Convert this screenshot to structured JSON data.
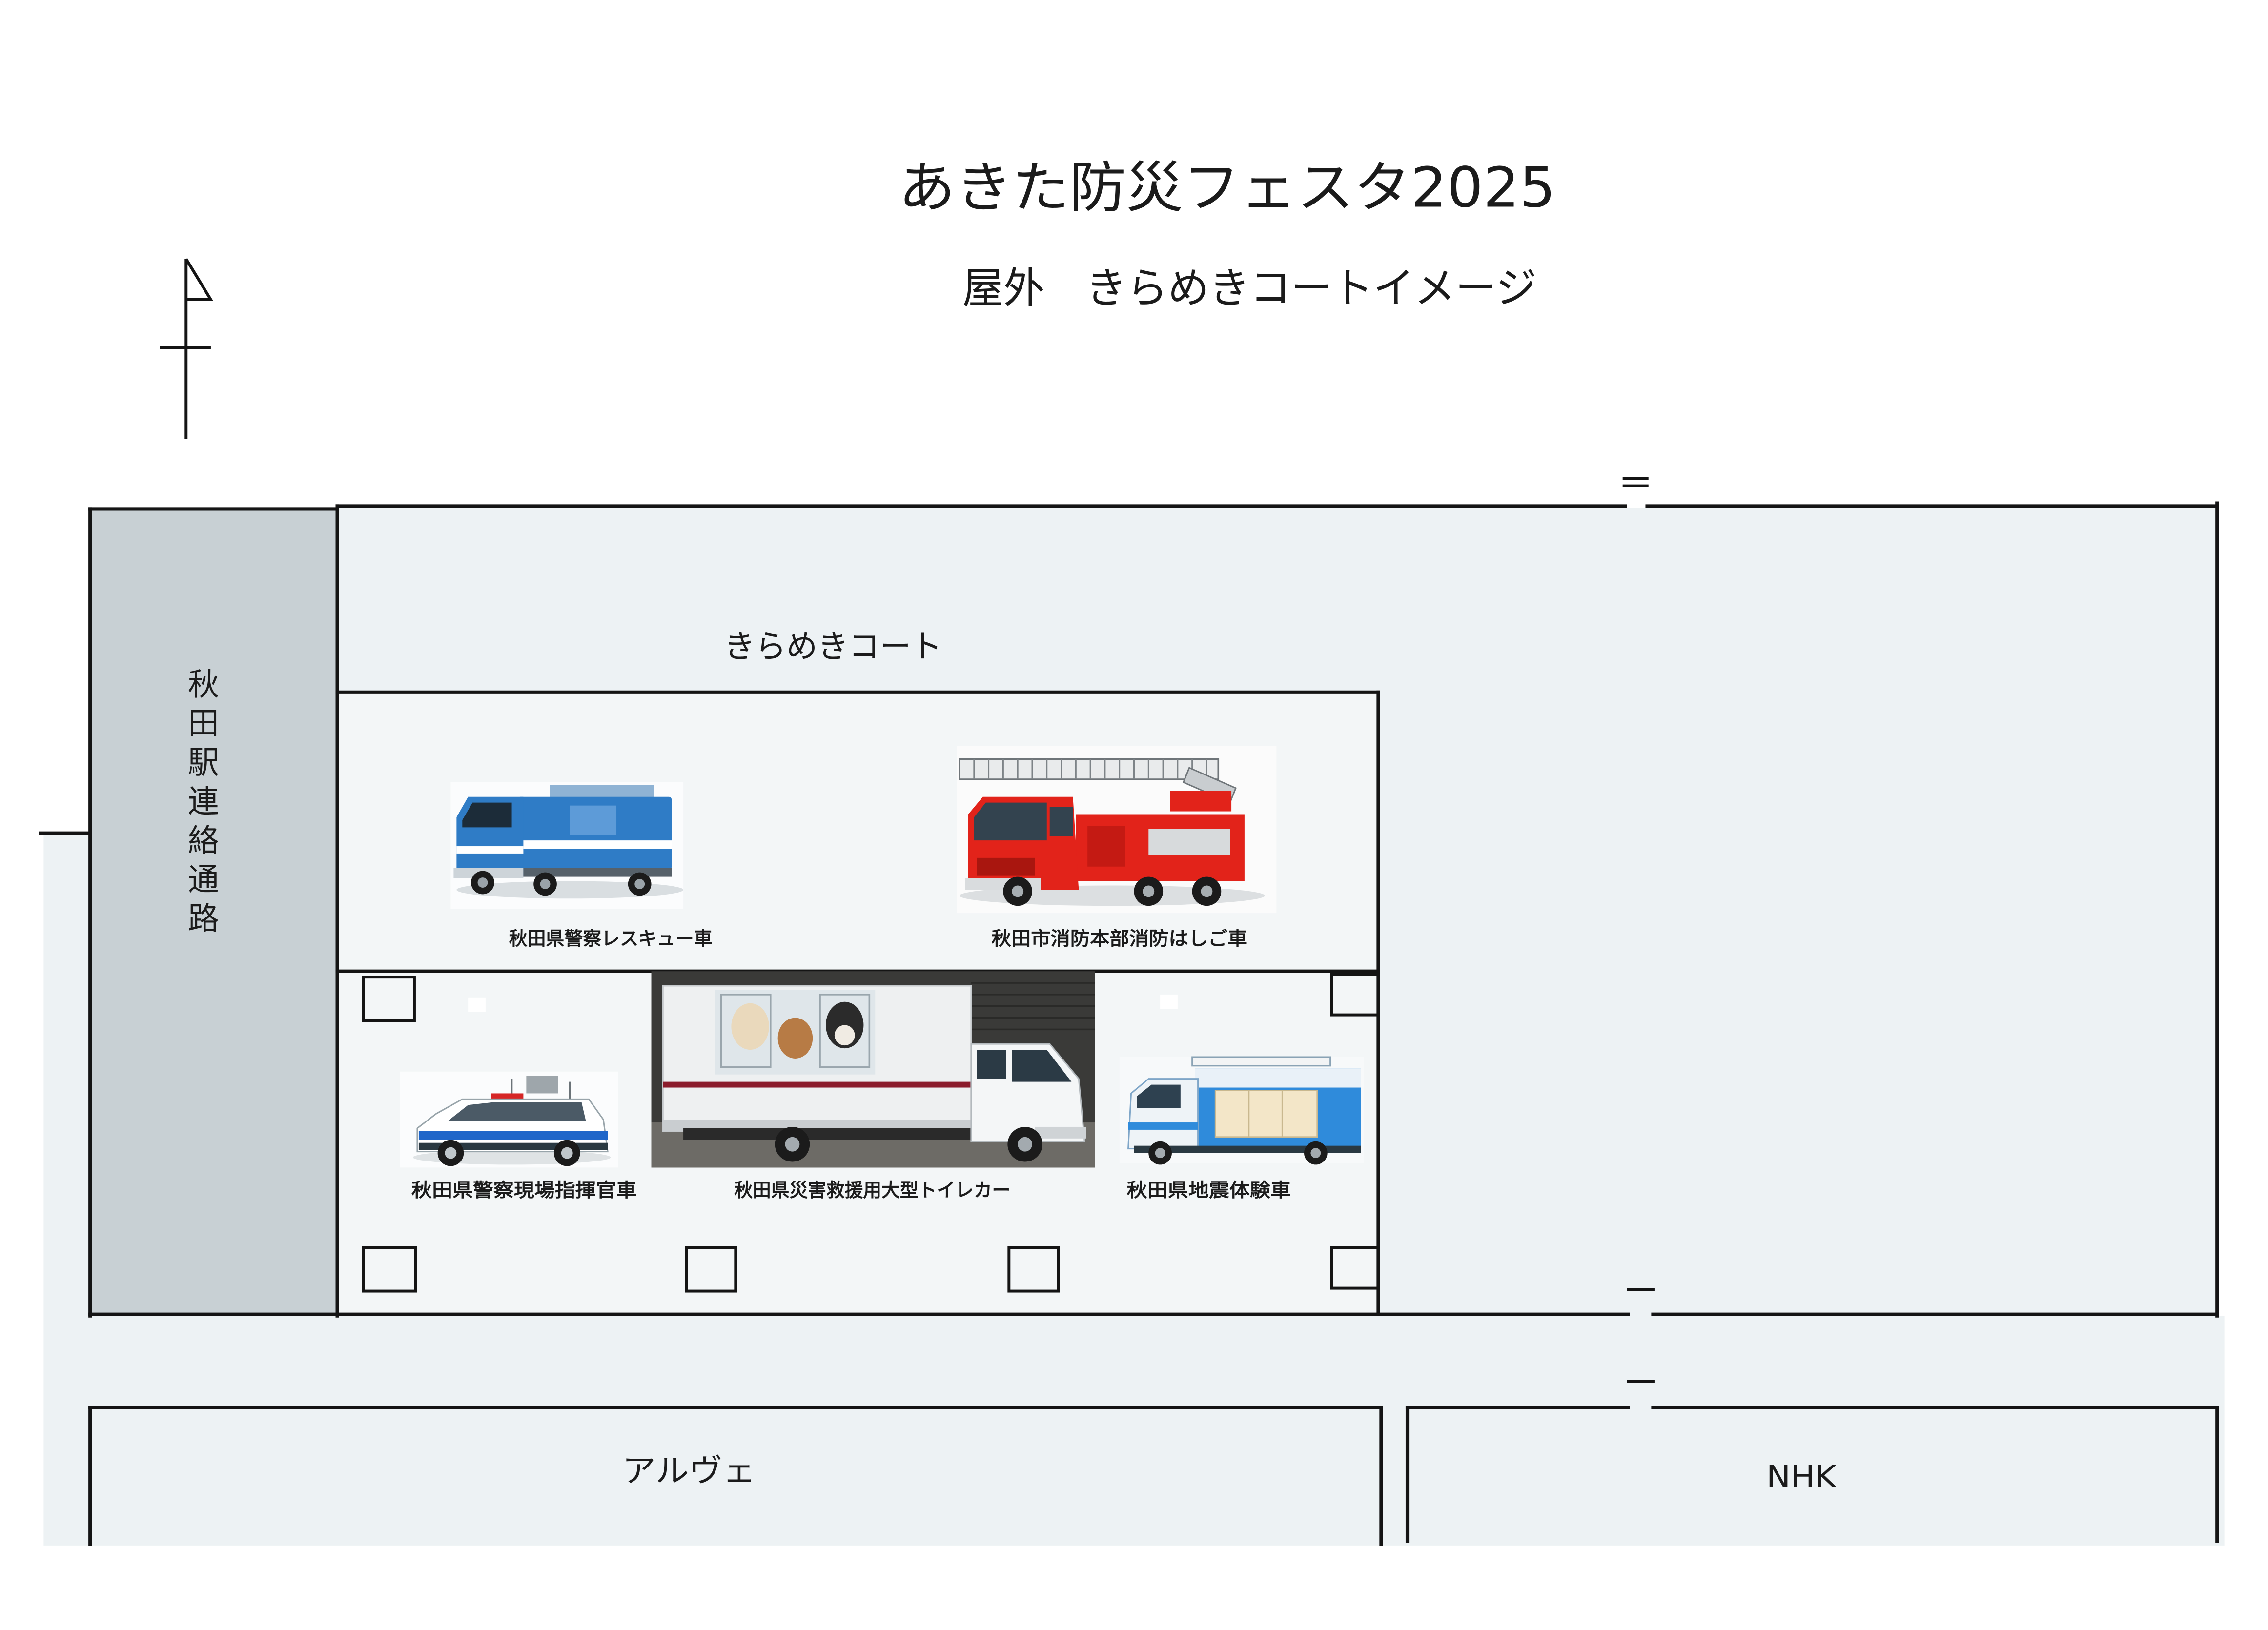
{
  "title": "あきた防災フェスタ2025",
  "subtitle": "屋外　きらめきコートイメージ",
  "map": {
    "corridor_label": "秋田駅連絡通路",
    "court_label": "きらめきコート",
    "alve_label": "アルヴェ",
    "nhk_label": "NHK"
  },
  "icons": {
    "north_arrow": "north-arrow-icon"
  },
  "vehicles": [
    {
      "label": "秋田県警察レスキュー車",
      "icon": "rescue-truck-icon",
      "body_color": "#2f7cc6"
    },
    {
      "label": "秋田市消防本部消防はしご車",
      "icon": "ladder-fire-truck-icon",
      "body_color": "#e2231a"
    },
    {
      "label": "秋田県警察現場指揮官車",
      "icon": "police-command-car-icon",
      "body_color": "#ffffff"
    },
    {
      "label": "秋田県災害救援用大型トイレカー",
      "icon": "toilet-truck-icon",
      "body_color": "#eef0f1"
    },
    {
      "label": "秋田県地震体験車",
      "icon": "earthquake-simulator-truck-icon",
      "body_color": "#2f8bdb"
    }
  ],
  "colors": {
    "page_background": "#ffffff",
    "area_fill": "#edf2f4",
    "corridor_fill": "#c8d0d4",
    "event_area_fill": "#f3f6f7",
    "line": "#141414",
    "text": "#1b1b1b"
  }
}
